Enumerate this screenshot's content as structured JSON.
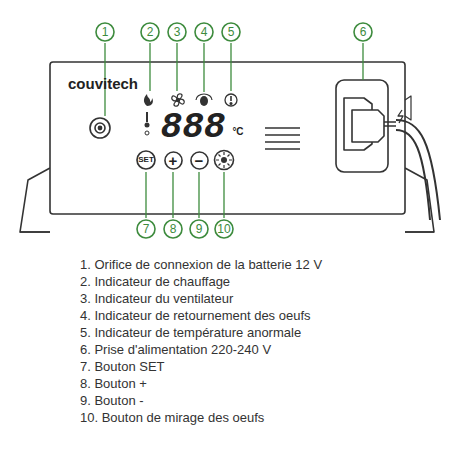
{
  "diagram": {
    "nodes": [
      {
        "text": [
          "1"
        ]
      },
      {
        "text": [
          "2"
        ]
      },
      {
        "text": [
          "3"
        ]
      },
      {
        "text": [
          "4"
        ]
      },
      {
        "text": [
          "5"
        ]
      },
      {
        "text": [
          "6"
        ]
      },
      {
        "text": [
          "7"
        ]
      },
      {
        "text": [
          "8"
        ]
      },
      {
        "text": [
          "9"
        ]
      },
      {
        "text": [
          "10"
        ]
      },
      {
        "text": [
          "SET"
        ]
      },
      {
        "text": [
          "+"
        ]
      },
      {
        "text": [
          "−"
        ]
      }
    ],
    "labels": [
      "couvitech",
      "888",
      "°C",
      "1. Orifice de connexion de la batterie 12 V",
      "2. Indicateur de chauffage",
      "3. Indicateur du ventilateur",
      "4. Indicateur de retournement des oeufs",
      "5. Indicateur de température anormale",
      "6. Prise d'alimentation 220-240 V",
      "7. Bouton SET",
      "8. Bouton +",
      "9. Bouton -",
      "10. Bouton de mirage des oeufs"
    ]
  }
}
